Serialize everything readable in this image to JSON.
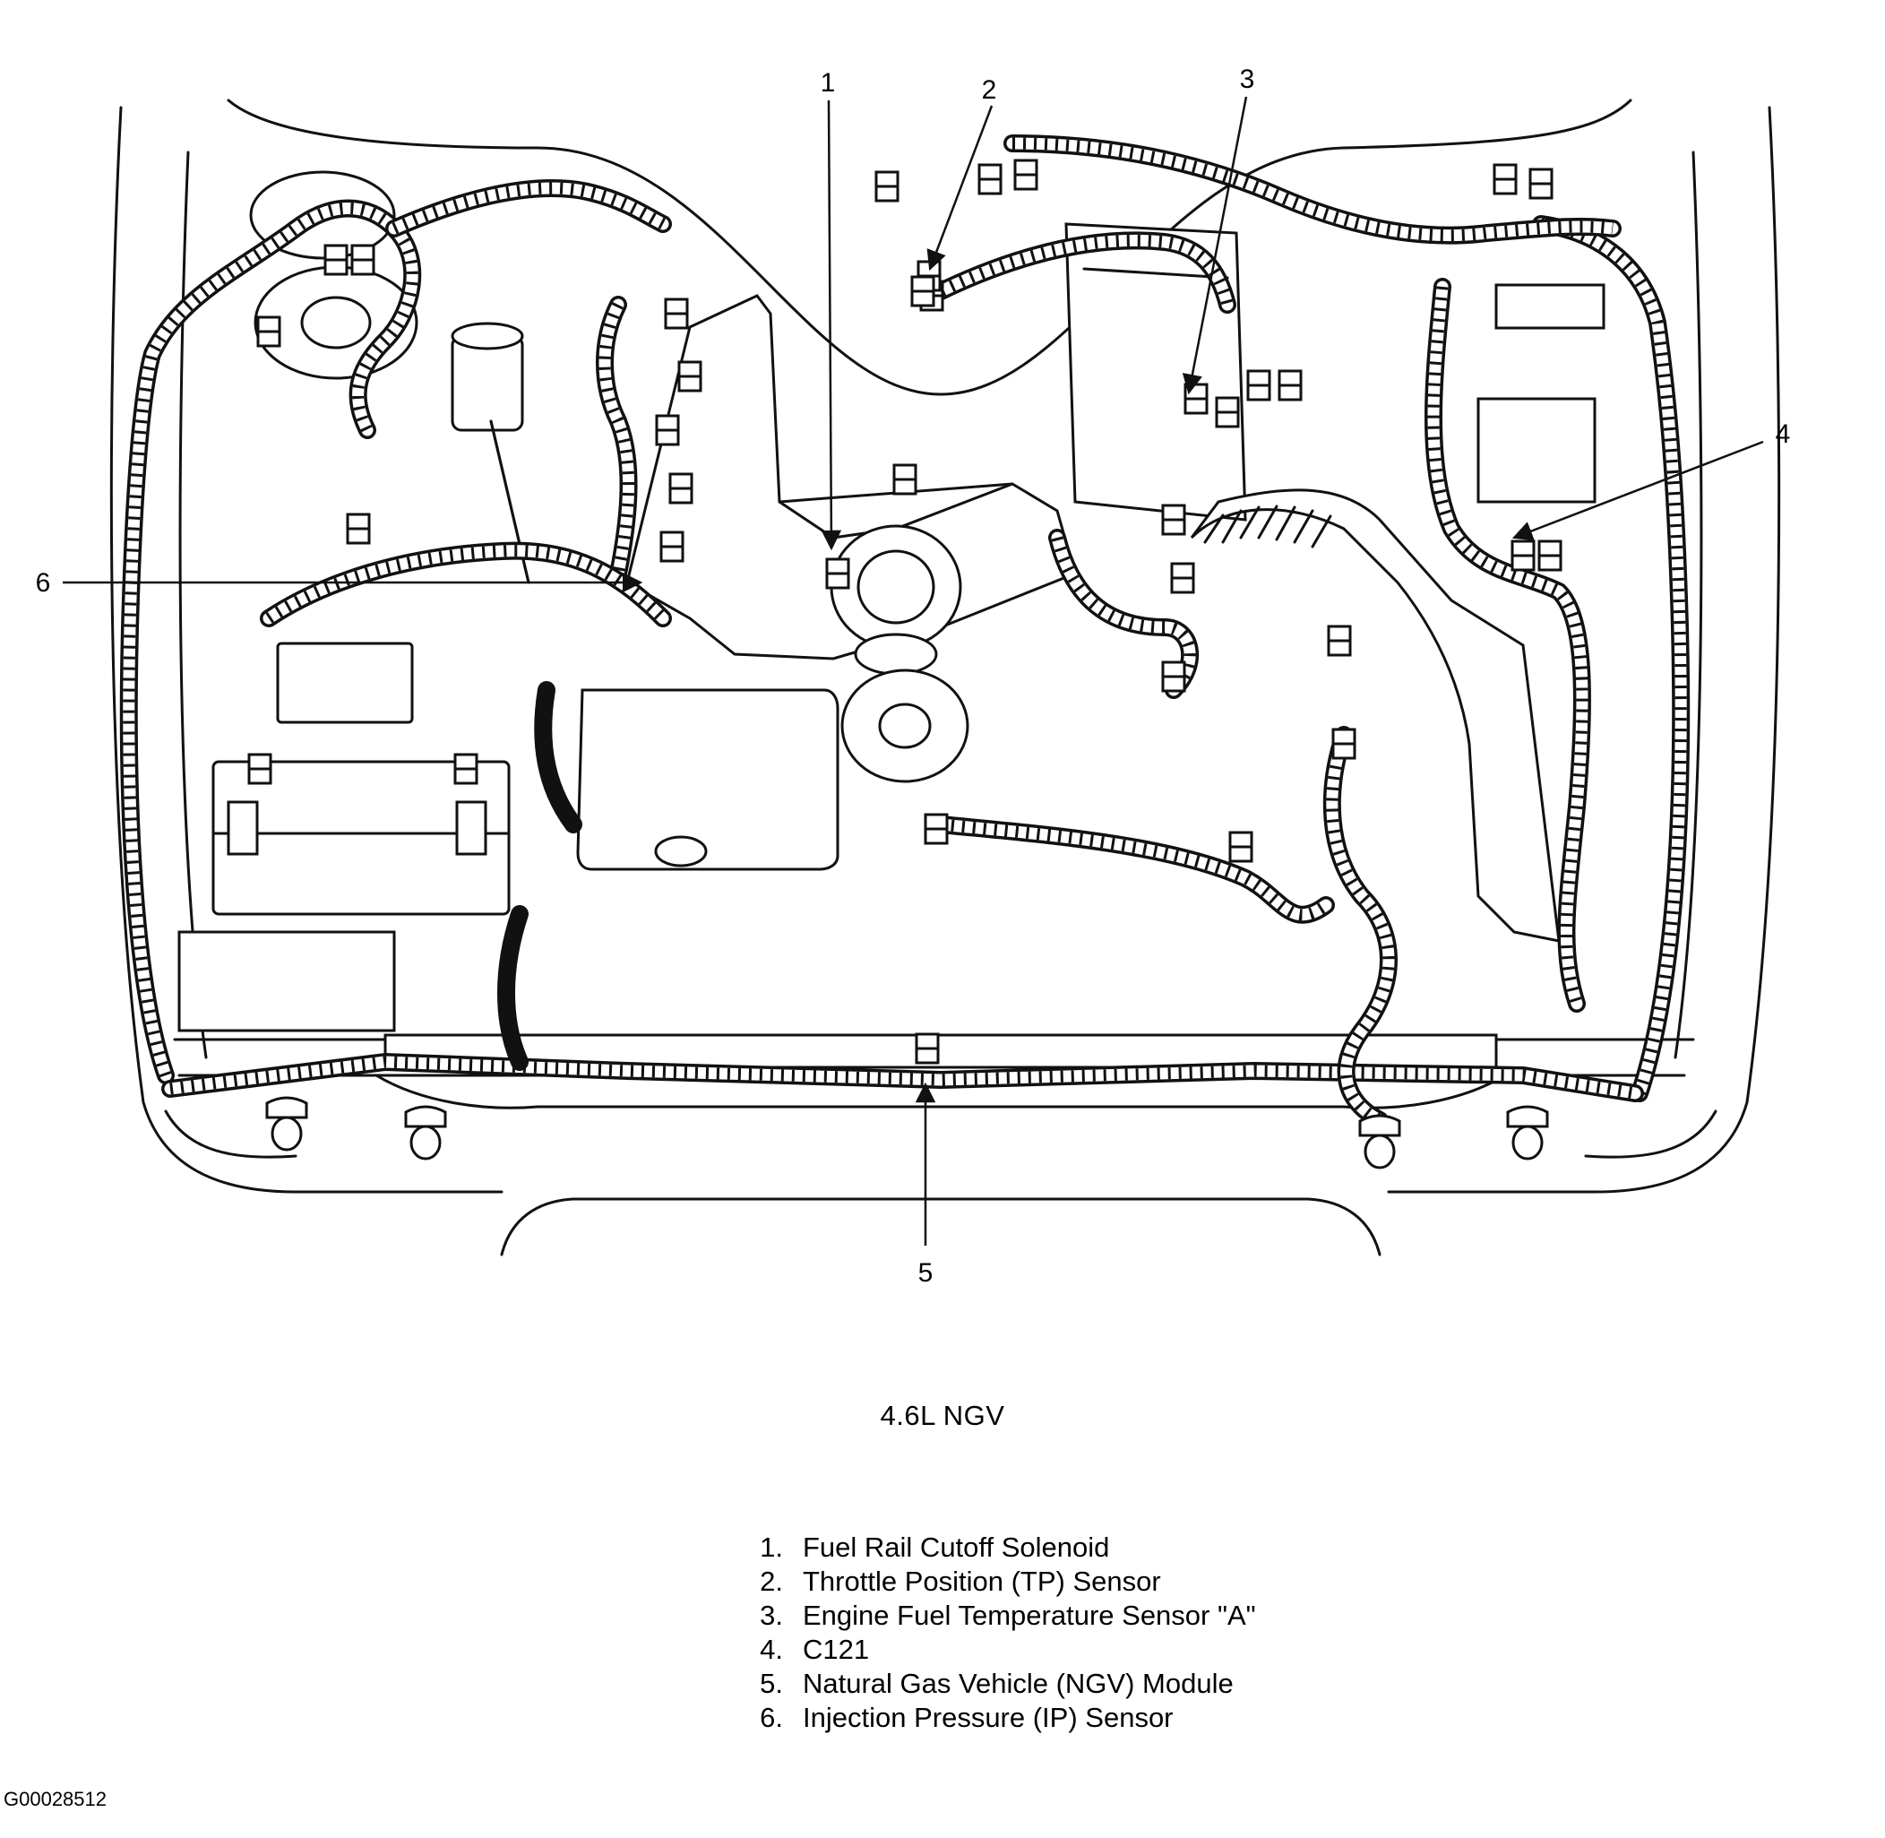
{
  "diagram": {
    "callouts": [
      "1",
      "2",
      "3",
      "4",
      "5",
      "6"
    ],
    "subtitle": "4.6L NGV",
    "legend": [
      {
        "num": "1.",
        "text": "Fuel Rail Cutoff Solenoid"
      },
      {
        "num": "2.",
        "text": "Throttle Position (TP) Sensor"
      },
      {
        "num": "3.",
        "text": "Engine Fuel Temperature Sensor \"A\""
      },
      {
        "num": "4.",
        "text": "C121"
      },
      {
        "num": "5.",
        "text": "Natural Gas Vehicle (NGV) Module"
      },
      {
        "num": "6.",
        "text": "Injection Pressure (IP) Sensor"
      }
    ],
    "figure_id": "G00028512"
  }
}
